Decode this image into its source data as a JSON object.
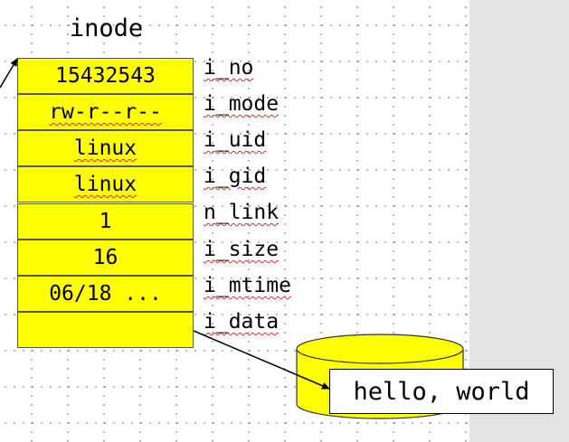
{
  "title": "inode",
  "rows": [
    {
      "value": "15432543",
      "field": "i_no"
    },
    {
      "value": "rw-r--r--",
      "field": "i_mode"
    },
    {
      "value": "linux",
      "field": "i_uid"
    },
    {
      "value": "linux",
      "field": "i_gid"
    },
    {
      "value": "1",
      "field": "n_link"
    },
    {
      "value": "16",
      "field": "i_size"
    },
    {
      "value": "06/18 ...",
      "field": "i_mtime"
    },
    {
      "value": "",
      "field": "i_data"
    }
  ],
  "data_block": "hello, world",
  "colors": {
    "cell_fill": "#ffff00",
    "cylinder_fill": "#ffff00",
    "side_panel": "#e3e3e3"
  }
}
